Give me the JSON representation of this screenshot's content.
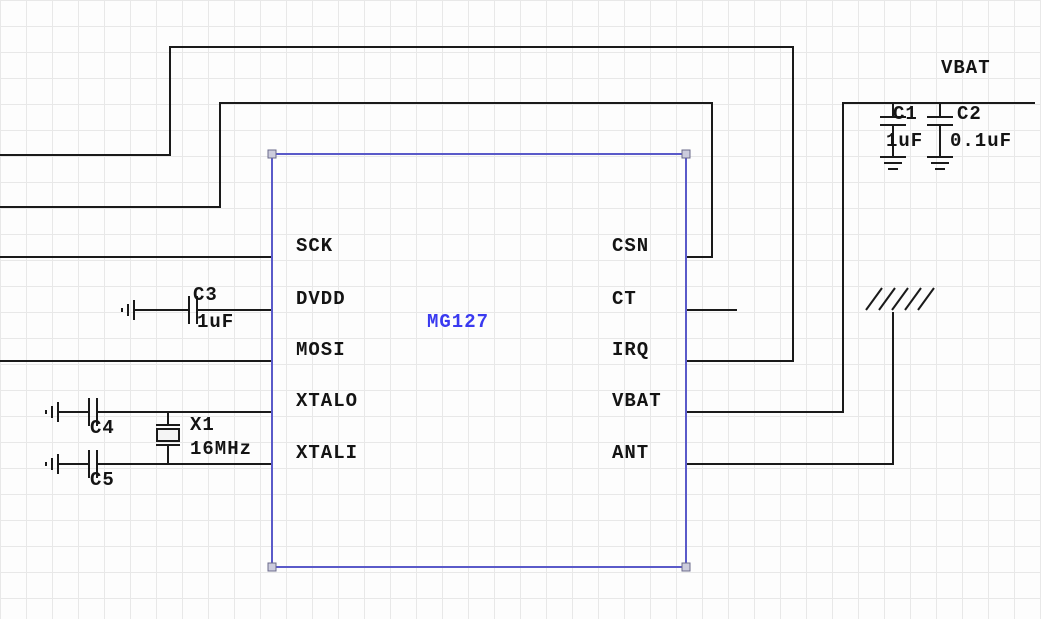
{
  "ic": {
    "name": "MG127",
    "pins_left": [
      "SCK",
      "DVDD",
      "MOSI",
      "XTALO",
      "XTALI"
    ],
    "pins_right": [
      "CSN",
      "CT",
      "IRQ",
      "VBAT",
      "ANT"
    ]
  },
  "power": {
    "vbat_label": "VBAT"
  },
  "components": {
    "c1": {
      "ref": "C1",
      "value": "1uF"
    },
    "c2": {
      "ref": "C2",
      "value": "0.1uF"
    },
    "c3": {
      "ref": "C3",
      "value": "1uF"
    },
    "c4": {
      "ref": "C4"
    },
    "c5": {
      "ref": "C5"
    },
    "x1": {
      "ref": "X1",
      "value": "16MHz"
    }
  },
  "colors": {
    "wire": "#1a1a1a",
    "ic_outline": "#5a5ac9",
    "ic_text": "#3a3af0",
    "grid": "#e8e8e8"
  }
}
